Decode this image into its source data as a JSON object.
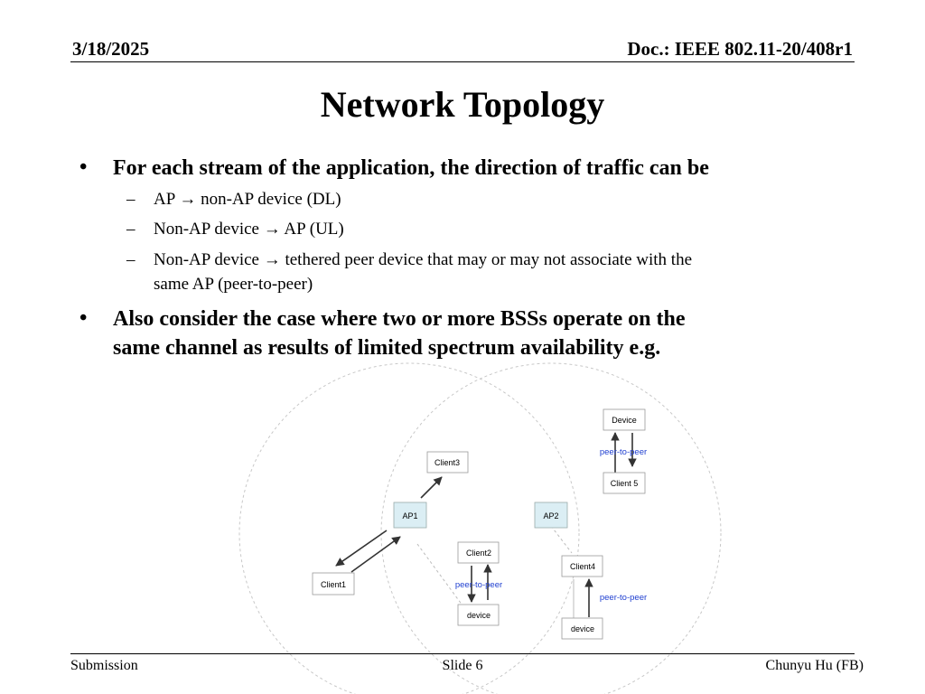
{
  "header": {
    "date": "3/18/2025",
    "doc": "Doc.: IEEE 802.11-20/408r1"
  },
  "title": "Network Topology",
  "bullets": {
    "b1": "For each stream of the application, the direction of traffic can be",
    "sub1_a": "AP",
    "sub1_b": "non-AP device  (DL)",
    "sub2_a": "Non-AP device",
    "sub2_b": "AP  (UL)",
    "sub3_a": "Non-AP device",
    "sub3_b": "tethered peer device that may or may not associate with the",
    "sub3_c": "same AP (peer-to-peer)",
    "b2_line1": "Also consider the case where two or more BSSs operate on the",
    "b2_line2": "same channel as results of limited spectrum availability e.g.",
    "bullet_glyph": "•",
    "dash_glyph": "–",
    "arrow_glyph": "→"
  },
  "diagram": {
    "nodes": {
      "ap1": "AP1",
      "ap2": "AP2",
      "client1": "Client1",
      "client2": "Client2",
      "client3": "Client3",
      "client4": "Client4",
      "client5": "Client 5",
      "device_top": "Device",
      "device_mid": "device",
      "device_bottom": "device"
    },
    "labels": {
      "p2p_top": "peer-to-peer",
      "p2p_mid": "peer-to-peer",
      "p2p_bottom": "peer-to-peer"
    },
    "colors": {
      "ap_fill": "#dbeef4",
      "label_blue": "#1f3fd0",
      "circle": "#c8c8c8"
    }
  },
  "footer": {
    "left": "Submission",
    "center": "Slide 6",
    "right": "Chunyu Hu (FB)"
  }
}
